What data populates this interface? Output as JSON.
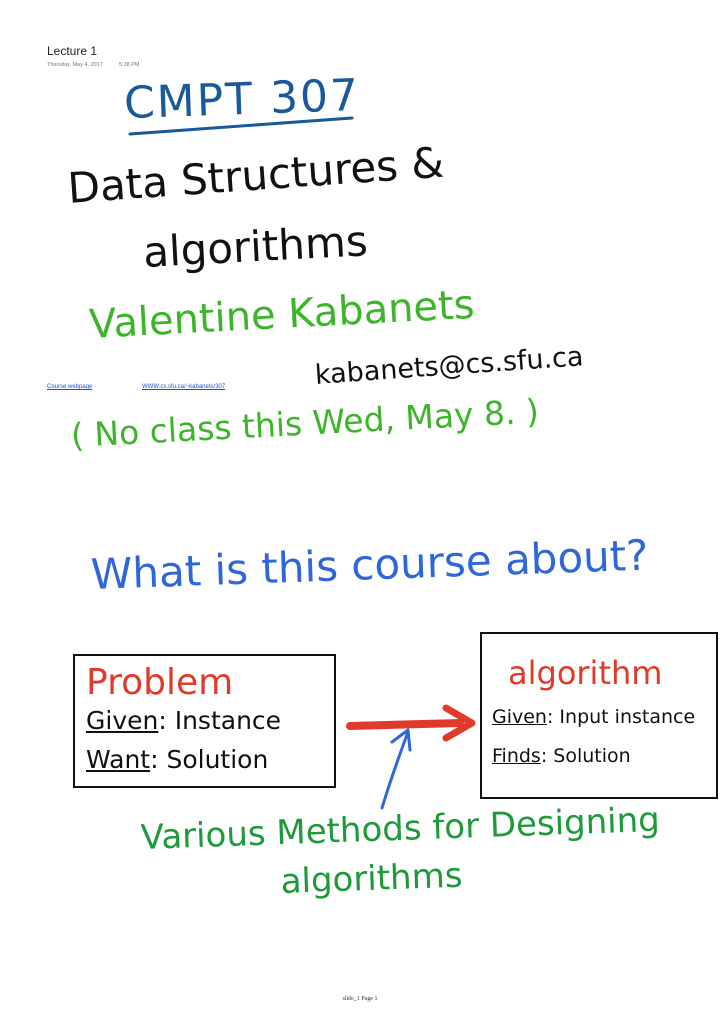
{
  "header": {
    "title": "Lecture 1",
    "date": "Thursday, May 4, 2017",
    "time": "5:38 PM"
  },
  "links": {
    "course_label": "Course webpage",
    "course_url_text": "WWW.cs.sfu.ca/~kabanets/307"
  },
  "handwriting": {
    "course_code": "CMPT 307",
    "subject_line1": "Data Structures &",
    "subject_line2": "algorithms",
    "instructor": "Valentine Kabanets",
    "email": "kabanets@cs.sfu.ca",
    "notice": "( No class this Wed, May 8. )",
    "question": "What is this course about?",
    "methods_line1": "Various Methods for Designing",
    "methods_line2": "algorithms"
  },
  "problem_box": {
    "title": "Problem",
    "given_label": "Given",
    "given_value": ": Instance",
    "want_label": "Want",
    "want_value": ": Solution"
  },
  "algorithm_box": {
    "title": "algorithm",
    "given_label": "Given",
    "given_value": ": Input instance",
    "finds_label": "Finds",
    "finds_value": ": Solution"
  },
  "footer": {
    "page_label": "slide_1 Page 1"
  },
  "colors": {
    "blue_dark": "#1a5a9a",
    "black": "#111111",
    "green": "#3cb52a",
    "green_dark": "#1e9a3a",
    "blue": "#2f66d8",
    "red": "#e03a2a"
  }
}
